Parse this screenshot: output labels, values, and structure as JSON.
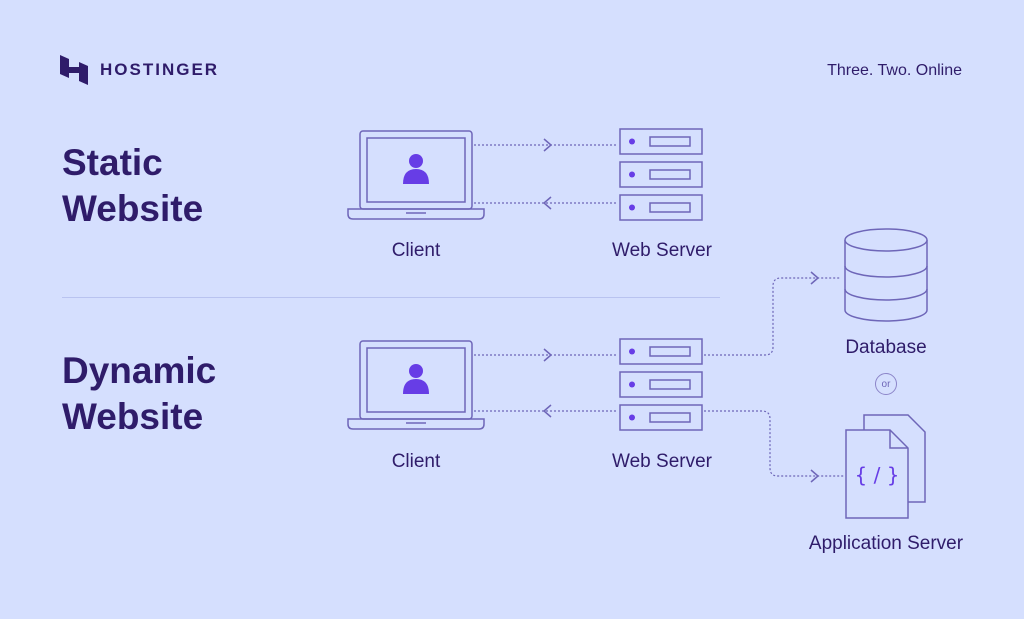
{
  "brand": {
    "name": "HOSTINGER",
    "tagline": "Three. Two. Online"
  },
  "static_section": {
    "title_line1": "Static",
    "title_line2": "Website",
    "client_label": "Client",
    "server_label": "Web Server"
  },
  "dynamic_section": {
    "title_line1": "Dynamic",
    "title_line2": "Website",
    "client_label": "Client",
    "server_label": "Web Server",
    "database_label": "Database",
    "or_label": "or",
    "app_server_label": "Application Server",
    "code_symbol": "{ / }"
  },
  "colors": {
    "background": "#D5DFFE",
    "primary": "#2F1C6A",
    "accent": "#673DE6",
    "line": "#6E66B8"
  }
}
